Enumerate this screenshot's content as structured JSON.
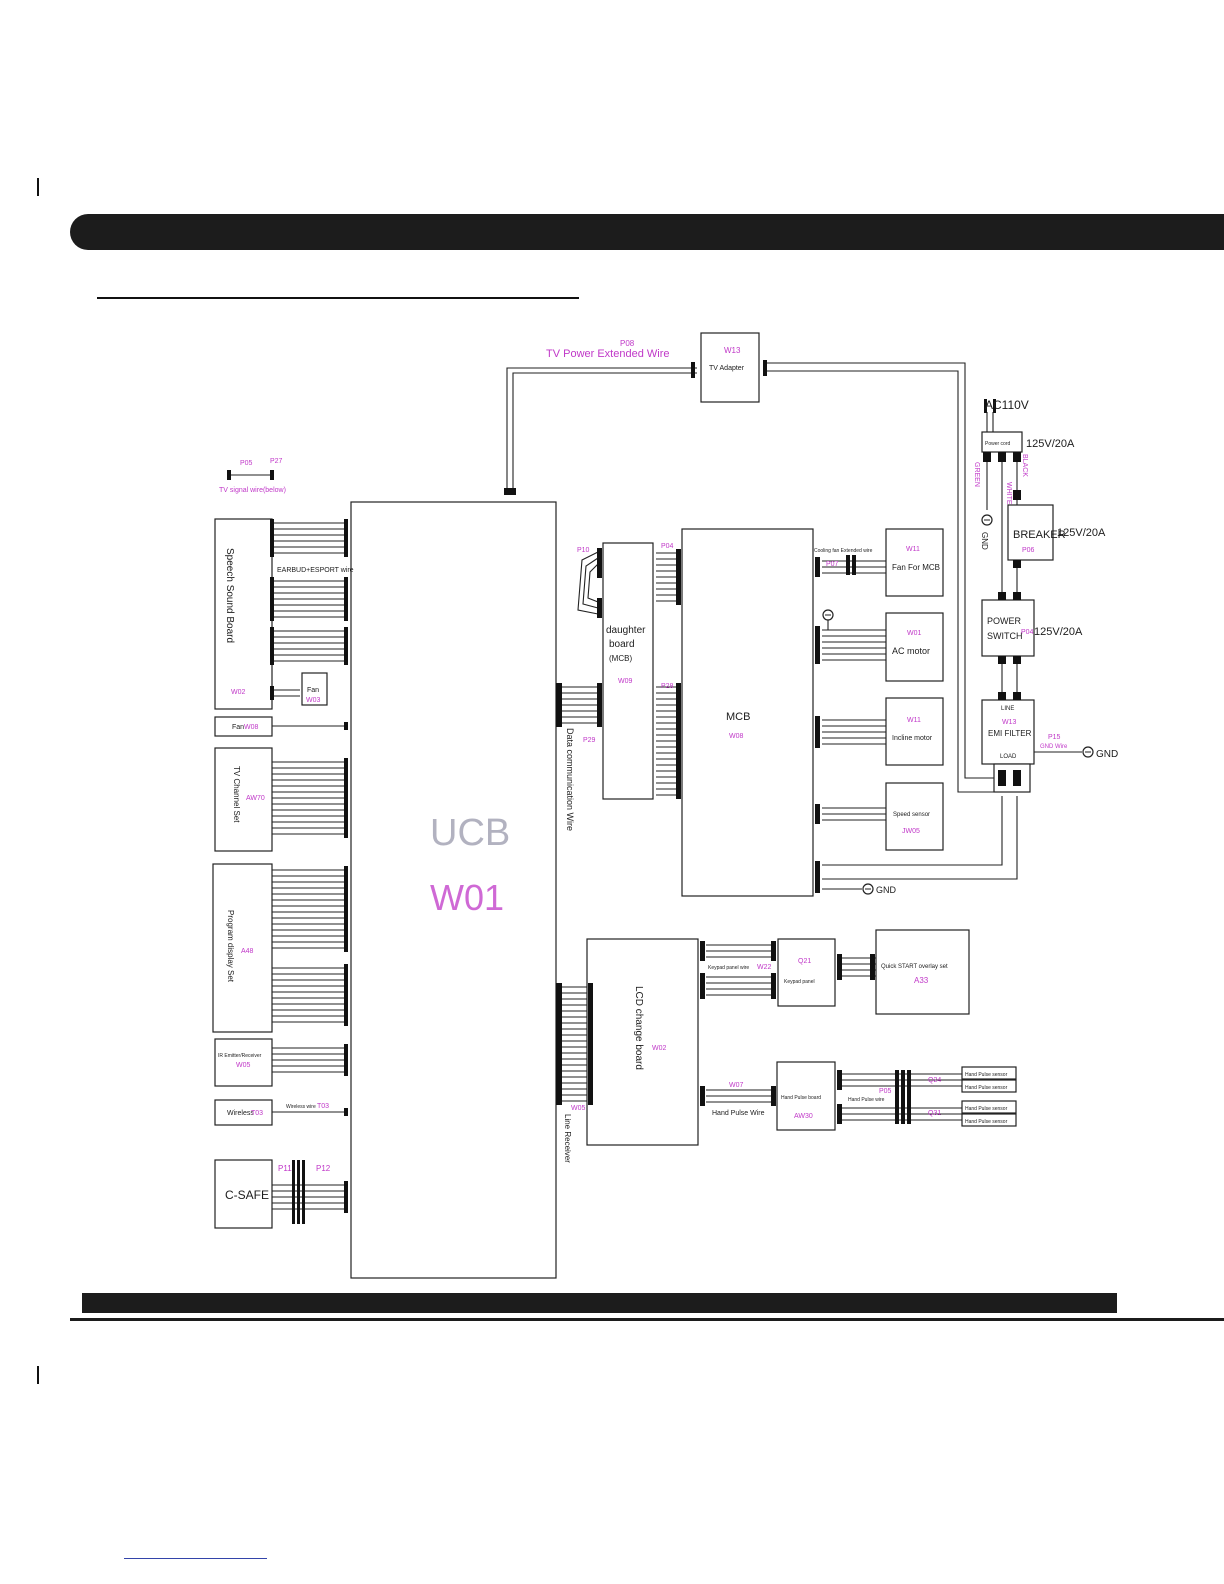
{
  "diagram": {
    "main_board": {
      "name": "UCB",
      "code": "W01"
    },
    "tv_adapter": {
      "code": "W13",
      "label": "TV Adapter"
    },
    "tv_power_wire": {
      "code": "P08",
      "label": "TV Power Extended Wire"
    },
    "tv_signal_wire": {
      "code1": "P05",
      "code2": "P27",
      "label": "TV signal wire(below)"
    },
    "speech_board": {
      "label": "Speech Sound Board",
      "code": "W02"
    },
    "earphone_wire": {
      "label": "EARBUD+ESPORT wire"
    },
    "fan_small": {
      "label": "Fan",
      "code": "W03"
    },
    "fan_unit": {
      "label": "Fan",
      "code": "W08"
    },
    "tv_channel": {
      "label": "TV Channel Set",
      "code": "AW70"
    },
    "program_display": {
      "label": "Program display Set",
      "code": "A48"
    },
    "ir_unit": {
      "label": "IR Emitter/Receiver",
      "code": "W05"
    },
    "wireless": {
      "label": "Wireless",
      "code": "T03",
      "wire": "Wireless wire",
      "wire_code": "T03"
    },
    "csafe": {
      "label": "C-SAFE",
      "code1": "P11",
      "code2": "P12"
    },
    "data_wire": {
      "label": "Data communication Wire",
      "code": "P29"
    },
    "daughter": {
      "label1": "daughter",
      "label2": "board",
      "label3": "(MCB)",
      "code": "W09",
      "p_in": "P10",
      "p_out": "P04",
      "p_side": "P28"
    },
    "mcb": {
      "label": "MCB",
      "code": "W08"
    },
    "fan_wire": {
      "label": "Cooling fan Extended wire",
      "code": "P07"
    },
    "fan_mcb": {
      "code": "W11",
      "label": "Fan For MCB"
    },
    "ac_motor": {
      "code": "W01",
      "label": "AC motor"
    },
    "incline_motor": {
      "code": "W11",
      "label": "Incline motor"
    },
    "speed_sensor": {
      "label": "Speed sensor",
      "code": "JW05"
    },
    "gnd_label": "GND",
    "power": {
      "ac_in": "AC110V",
      "cord_label": "Power cord",
      "cord_rating": "125V/20A",
      "green": "GREEN",
      "black": "BLACK",
      "white": "WHITE",
      "breaker": "BREAKER",
      "breaker_code": "P06",
      "breaker_rating": "125V/20A",
      "switch1": "POWER",
      "switch2": "SWITCH",
      "switch_code": "P04",
      "switch_rating": "125V/20A",
      "filter_code": "W13",
      "filter_label": "EMI FILTER",
      "filter_line": "LINE",
      "filter_load": "LOAD",
      "filter_gnd_code": "P15",
      "filter_gnd_label": "GND Wire"
    },
    "lcd": {
      "label": "LCD change board",
      "code": "W02",
      "sub_code": "W05",
      "sub_label": "Line Receiver"
    },
    "keypad_wire": {
      "label": "Keypad panel wire",
      "code": "W22"
    },
    "keypad_panel": {
      "code": "Q21",
      "label": "Keypad panel"
    },
    "start_unit": {
      "label": "Quick START overlay set",
      "code": "A33"
    },
    "hand_pulse_wire": {
      "label": "Hand Pulse Wire",
      "code": "W07"
    },
    "hand_pulse_board": {
      "label": "Hand Pulse board",
      "code": "AW30"
    },
    "hand_pulse_ext": {
      "label": "Hand Pulse wire",
      "code": "P05"
    },
    "hp_codes": {
      "upper": "Q24",
      "lower": "Q31"
    },
    "hp_sensors": [
      "Hand Pulse sensor",
      "Hand Pulse sensor",
      "Hand Pulse sensor",
      "Hand Pulse sensor"
    ]
  }
}
